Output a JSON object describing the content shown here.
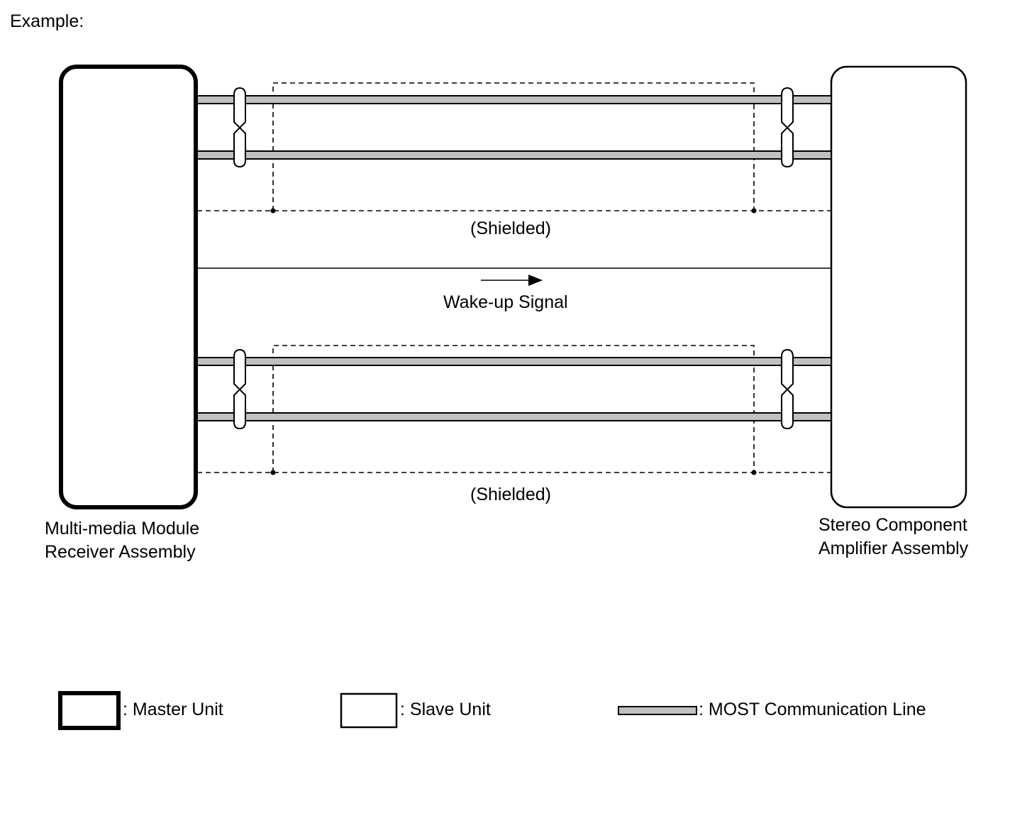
{
  "heading": "Example:",
  "master_device": {
    "name_line1": "Multi-media Module",
    "name_line2": "Receiver Assembly"
  },
  "slave_device": {
    "name_line1": "Stereo Component",
    "name_line2": "Amplifier Assembly"
  },
  "connections": {
    "shield_label_top": "(Shielded)",
    "shield_label_bottom": "(Shielded)",
    "wakeup_label": "Wake-up Signal"
  },
  "legend": {
    "master_label": ": Master Unit",
    "slave_label": ": Slave Unit",
    "most_label": ": MOST Communication Line"
  },
  "colors": {
    "most_line_fill": "#c0c0c0",
    "stroke": "#000000",
    "background": "#ffffff"
  }
}
